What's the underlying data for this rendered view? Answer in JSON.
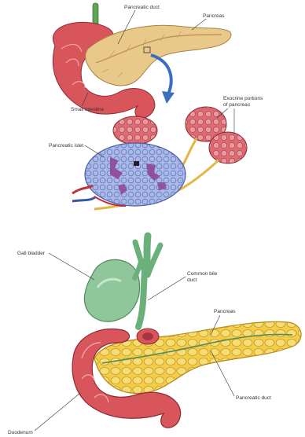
{
  "top_panel": {
    "labels": {
      "pancreatic_duct": "Pancreatic duct",
      "pancreas": "Pancreas",
      "small_intestine": "Small intestine",
      "exocrine_line1": "Exocrine portions",
      "exocrine_line2": "of pancreas",
      "pancreatic_islet": "Pancreatic islet"
    }
  },
  "bottom_panel": {
    "labels": {
      "gall_bladder": "Gall bladder",
      "common_bile_line1": "Common bile",
      "common_bile_line2": "duct",
      "pancreas": "Pancreas",
      "pancreatic_duct": "Pancreatic duct",
      "duodenum": "Duodenum"
    }
  },
  "colors": {
    "pancreas_tan": "#e9c98a",
    "intestine_red": "#d9555c",
    "islet_blue": "#aab9e8",
    "islet_purple": "#8e3f8f",
    "gall_green": "#8fc69a",
    "pancreas_yellow": "#f1cd4a",
    "arrow_blue": "#3a6fc0"
  }
}
